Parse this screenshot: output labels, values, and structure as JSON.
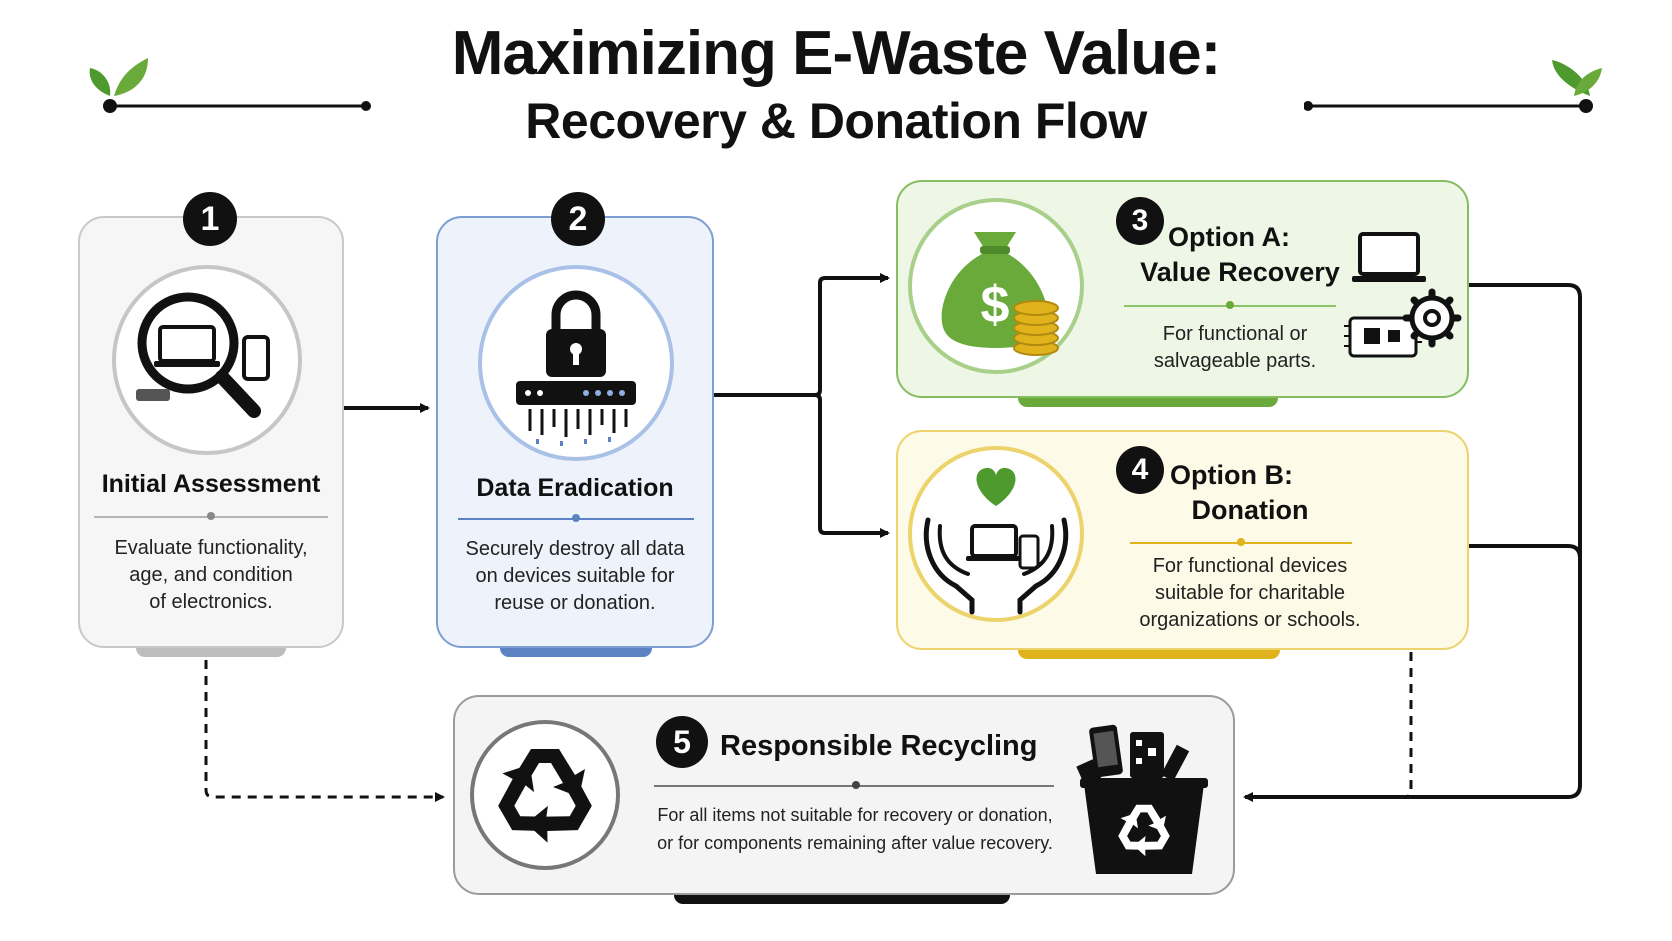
{
  "title": {
    "line1": "Maximizing E-Waste Value:",
    "line2": "Recovery & Donation Flow"
  },
  "colors": {
    "leaf": "#4f9a2f",
    "step1": "#bdbdbd",
    "step2": "#5b83c4",
    "step3": "#6aaa3a",
    "step4": "#e0b31c",
    "step5": "#111111"
  },
  "steps": [
    {
      "number": "1",
      "title": "Initial Assessment",
      "description": [
        "Evaluate functionality,",
        "age, and condition",
        "of electronics."
      ],
      "icon": "magnifier-devices-icon"
    },
    {
      "number": "2",
      "title": "Data Eradication",
      "description": [
        "Securely destroy all data",
        "on devices suitable for",
        "reuse or donation."
      ],
      "icon": "padlock-shredder-icon"
    },
    {
      "number": "3",
      "title_line1": "Option A:",
      "title_line2": "Value Recovery",
      "description": [
        "For functional or",
        "salvageable parts."
      ],
      "icon": "money-bag-icon",
      "side_icon": "laptop-circuit-gear-icon"
    },
    {
      "number": "4",
      "title_line1": "Option B:",
      "title_line2": "Donation",
      "description": [
        "For functional devices",
        "suitable for charitable",
        "organizations or schools."
      ],
      "icon": "hands-heart-devices-icon"
    },
    {
      "number": "5",
      "title": "Responsible Recycling",
      "description": [
        "For all items not suitable for recovery or donation,",
        "or for components remaining after value recovery."
      ],
      "icon": "recycle-icon",
      "side_icon": "recycle-bin-icon"
    }
  ]
}
